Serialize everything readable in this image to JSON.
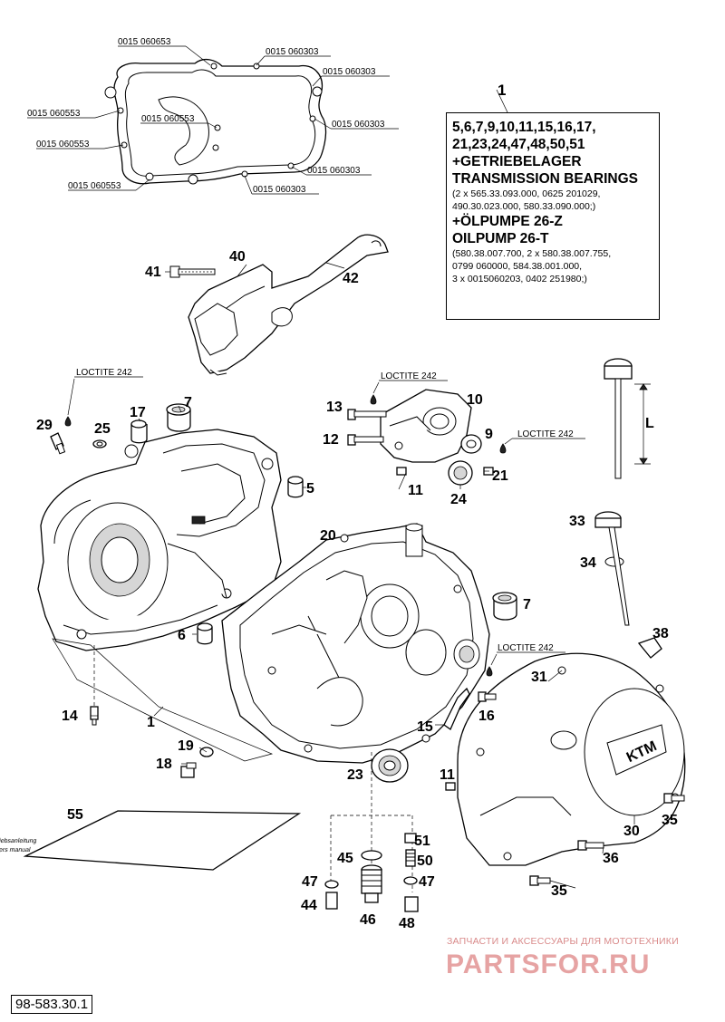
{
  "gasket_labels": [
    "0015 060653",
    "0015 060303",
    "0015 060303",
    "0015 060553",
    "0015 060553",
    "0015 060303",
    "0015 060553",
    "0015 060303",
    "0015 060553",
    "0015 060303"
  ],
  "callouts": {
    "c1a": "1",
    "c1b": "1",
    "c40": "40",
    "c41": "41",
    "c42": "42",
    "c7a": "7",
    "c7b": "7",
    "c17": "17",
    "c25": "25",
    "c29": "29",
    "c5": "5",
    "c6": "6",
    "c13": "13",
    "c12": "12",
    "c10": "10",
    "c9": "9",
    "c21": "21",
    "c11a": "11",
    "c11b": "11",
    "c24": "24",
    "c20": "20",
    "cL": "L",
    "c33": "33",
    "c34": "34",
    "c38": "38",
    "c31": "31",
    "c14": "14",
    "c15": "15",
    "c16": "16",
    "c19": "19",
    "c18": "18",
    "c23": "23",
    "c30": "30",
    "c35a": "35",
    "c35b": "35",
    "c36": "36",
    "c55": "55",
    "c51": "51",
    "c45": "45",
    "c50": "50",
    "c47a": "47",
    "c47b": "47",
    "c44": "44",
    "c46": "46",
    "c48": "48"
  },
  "loctite_labels": [
    "LOCTITE 242",
    "LOCTITE 242",
    "LOCTITE 242",
    "LOCTITE 242"
  ],
  "info_box": {
    "number": "1",
    "line1": "5,6,7,9,10,11,15,16,17,",
    "line2": "21,23,24,47,48,50,51",
    "line3": "+GETRIEBELAGER",
    "line4": "TRANSMISSION BEARINGS",
    "line5": "(2 x 565.33.093.000, 0625 201029,",
    "line6": "490.30.023.000, 580.33.090.000;)",
    "line7": "+ÖLPUMPE 26-Z",
    "line8": "OILPUMP 26-T",
    "line9": "(580.38.007.700, 2 x 580.38.007.755,",
    "line10": "0799 060000, 584.38.001.000,",
    "line11": "3 x 0015060203, 0402 251980;)"
  },
  "drawing_number": "98-583.30.1",
  "watermark": {
    "tagline": "ЗАПЧАСТИ И АКСЕССУАРЫ ДЛЯ МОТОТЕХНИКИ",
    "logo_text": "PARTSFOR.RU",
    "color": "#d98a8a"
  }
}
